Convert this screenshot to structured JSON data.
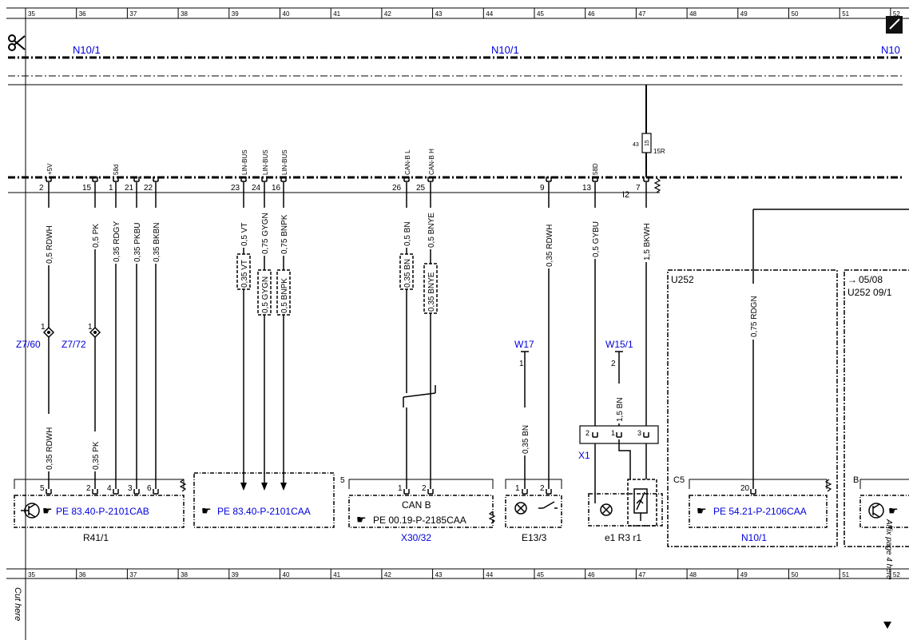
{
  "grid": {
    "numbers": [
      "35",
      "36",
      "37",
      "38",
      "39",
      "40",
      "41",
      "42",
      "43",
      "44",
      "45",
      "46",
      "47",
      "48",
      "49",
      "50",
      "51",
      "52"
    ]
  },
  "side": {
    "cut_here": "Cut here",
    "affix": "Affix page 4 here"
  },
  "buses": {
    "n10_left": "N10/1",
    "n10_mid": "N10/1",
    "n10_right": "N10"
  },
  "colors": {
    "ref_blue": "#0000dd",
    "line": "#000000"
  },
  "pins": {
    "p2": "2",
    "p15": "15",
    "p1": "1",
    "p21": "21",
    "p22": "22",
    "p23": "23",
    "p24": "24",
    "p16": "16",
    "p26": "26",
    "p25": "25",
    "p9": "9",
    "p13": "13",
    "p7": "7",
    "b5": "5",
    "b2": "2",
    "b4": "4",
    "b3": "3",
    "b6": "6",
    "c1": "1",
    "c2": "2",
    "e1": "1",
    "e2": "2",
    "x2": "2",
    "x1p": "1",
    "x3": "3",
    "u20": "20",
    "i2": "I2"
  },
  "signals": {
    "s5v": "+5V",
    "s58d": "58d",
    "lin1": "LIN-BUS",
    "lin2": "LIN-BUS",
    "lin3": "LIN-BUS",
    "canl": "CAN-B L",
    "canh": "CAN-B H",
    "s58d2": "58D"
  },
  "wires": {
    "w1": "0,5 RDWH",
    "w2": "0,5 PK",
    "w3": "0,35 RDGY",
    "w4": "0,35 PKBU",
    "w5": "0,35 BKBN",
    "w6": "0,5 VT",
    "w7": "0,75 GYGN",
    "w8": "0,75 BNPK",
    "w9": "0,5 BN",
    "w10": "0,5 BNYE",
    "w11": "0,35 RDWH",
    "w12": "0,5 GYBU",
    "w13": "1,5 BKWH",
    "w14": "0,35 RDWH",
    "w15": "0,35 PK",
    "w16": "0,35 BN",
    "w17": "1,5 BN",
    "w18": "0,75 RDGN",
    "b1": "0,35 VT",
    "b2": "0,5 GYGN",
    "b3": "0,5 BNPK",
    "b4": "0,35 BN",
    "b5": "0,35 BNYE"
  },
  "splices": {
    "z760": "Z7/60",
    "z772": "Z7/72",
    "one_a": "1",
    "one_b": "1"
  },
  "connectors": {
    "w17": "W17",
    "w17pin": "1",
    "w151": "W15/1",
    "w151pin": "2",
    "x1": "X1"
  },
  "fuse": {
    "num": "43",
    "amp": "15",
    "term": "15R"
  },
  "components": {
    "r41": {
      "ref": "PE 83.40-P-2101CAB",
      "name": "R41/1"
    },
    "lin": {
      "ref": "PE 83.40-P-2101CAA"
    },
    "can": {
      "title": "CAN B",
      "ref": "PE 00.19-P-2185CAA",
      "name": "X30/32",
      "pin": "5"
    },
    "e13": {
      "name": "E13/3"
    },
    "r3": {
      "name": "e1  R3  r1"
    },
    "u252": {
      "title": "U252",
      "ref": "PE 54.21-P-2106CAA",
      "name": "N10/1",
      "c5": "C5"
    },
    "right": {
      "arrow": "05/08",
      "title": "U252  09/1",
      "b": "B"
    }
  }
}
